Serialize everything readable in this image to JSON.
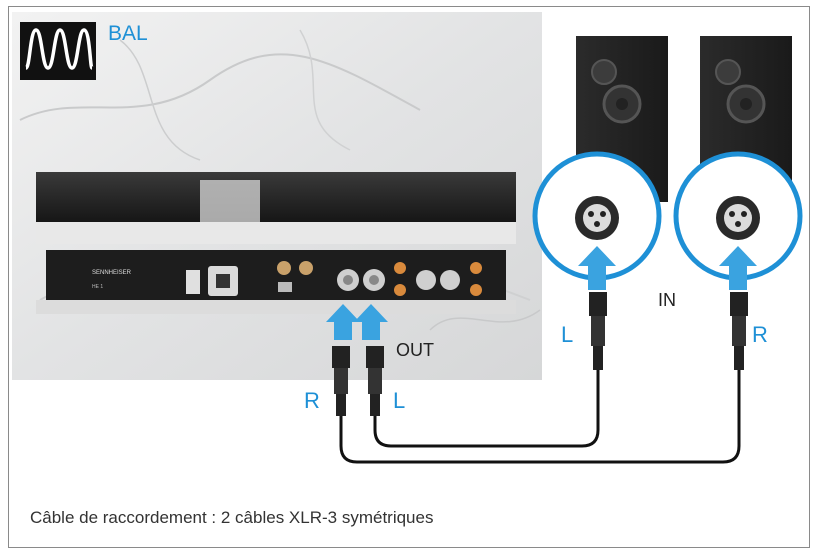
{
  "mode_icon": "balanced-waveform-icon",
  "mode_label": "BAL",
  "device_brand": "SENNHEISER",
  "device_model": "HE 1",
  "out_label": "OUT",
  "in_label": "IN",
  "out_right_label": "R",
  "out_left_label": "L",
  "in_left_label": "L",
  "in_right_label": "R",
  "caption": "Câble de raccordement : 2 câbles XLR-3 symétriques",
  "colors": {
    "accent_blue": "#1e90d6",
    "cable": "#111111",
    "frame": "#8a8a8a"
  }
}
